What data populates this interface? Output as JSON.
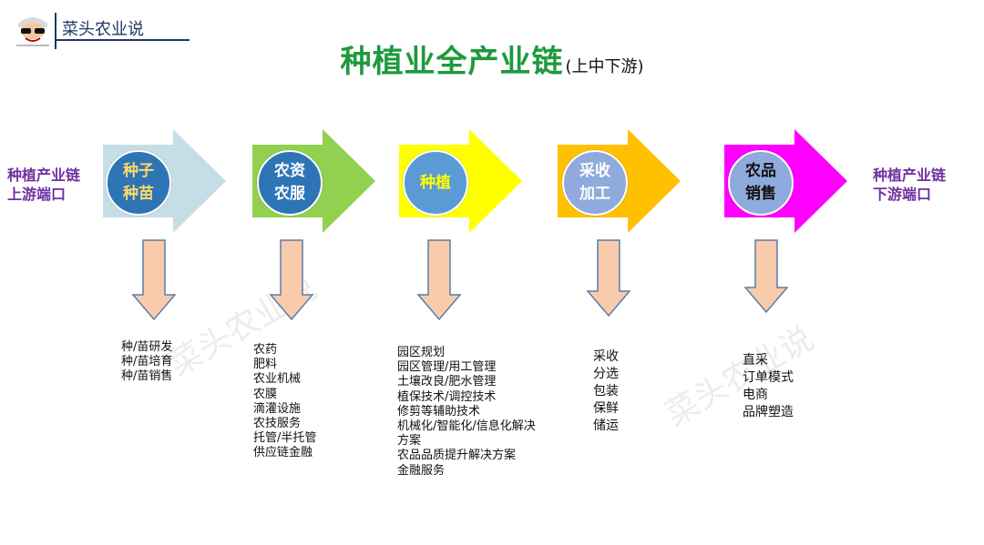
{
  "header": {
    "brand": "菜头农业说"
  },
  "title": {
    "main": "种植业全产业链",
    "sub": "(上中下游)"
  },
  "side_labels": {
    "left": [
      "种植产业链",
      "上游端口"
    ],
    "right": [
      "种植产业链",
      "下游端口"
    ]
  },
  "stages": [
    {
      "lines": [
        "种子",
        "种苗"
      ],
      "arrow_color": "#c5dee6",
      "circle_color": "#2e75b6",
      "text_color": "#ffd966",
      "details": [
        "种/苗研发",
        "种/苗培育",
        "种/苗销售"
      ]
    },
    {
      "lines": [
        "农资",
        "农服"
      ],
      "arrow_color": "#92d050",
      "circle_color": "#2e75b6",
      "text_color": "#ffffff",
      "details": [
        "农药",
        "肥料",
        "农业机械",
        "农膜",
        "滴灌设施",
        "农技服务",
        "托管/半托管",
        "供应链金融"
      ]
    },
    {
      "lines": [
        "种植"
      ],
      "arrow_color": "#ffff00",
      "circle_color": "#5b9bd5",
      "text_color": "#ffff00",
      "details": [
        "园区规划",
        "园区管理/用工管理",
        "土壤改良/肥水管理",
        "植保技术/调控技术",
        "修剪等辅助技术",
        "机械化/智能化/信息化解决",
        "方案",
        "农品品质提升解决方案",
        "金融服务"
      ]
    },
    {
      "lines": [
        "采收",
        "加工"
      ],
      "arrow_color": "#ffc000",
      "circle_color": "#8faadc",
      "text_color": "#ffffff",
      "details": [
        "采收",
        "分选",
        "包装",
        "保鲜",
        "储运"
      ]
    },
    {
      "lines": [
        "农品",
        "销售"
      ],
      "arrow_color": "#ff00ff",
      "circle_color": "#8faadc",
      "text_color": "#111111",
      "details": [
        "直采",
        "订单模式",
        "电商",
        "品牌塑造"
      ]
    }
  ],
  "down_arrow_color": "#f8cbad",
  "watermark": "菜头农业说"
}
